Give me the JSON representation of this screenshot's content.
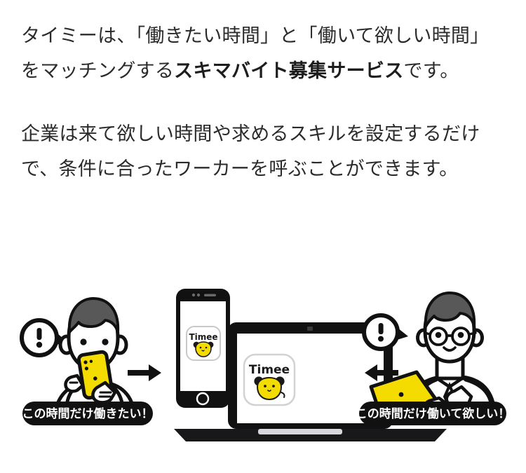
{
  "document": {
    "paragraphs": [
      {
        "id": "intro",
        "segments": [
          {
            "text": "タイミーは、「働きたい時間」と「働いて欲しい時間」をマッチングする",
            "bold": false
          },
          {
            "text": "スキマバイト募集サービス",
            "bold": true
          },
          {
            "text": "です。",
            "bold": false
          }
        ]
      },
      {
        "id": "description",
        "segments": [
          {
            "text": "企業は来て欲しい時間や求めるスキルを設定するだけで、条件に合ったワーカーを呼ぶことができます。",
            "bold": false
          }
        ]
      }
    ]
  },
  "illustration": {
    "worker": {
      "bubble_mark": "!",
      "label": "この時間だけ働きたい！",
      "device": "smartphone-yellow"
    },
    "employer": {
      "bubble_mark": "!",
      "label": "この時間だけ働いて欲しい！",
      "device": "laptop-yellow"
    },
    "arrows": {
      "left_arrow_direction": "right",
      "right_arrow_direction": "left"
    },
    "devices": {
      "phone_app_label": "Timee",
      "laptop_app_label": "Timee"
    }
  },
  "colors": {
    "brand_yellow": "#F5DC00",
    "ink": "#1a1a1a",
    "text": "#2b2b2b",
    "hair_gray": "#585858",
    "pill_bg": "#111111",
    "page_bg": "#ffffff"
  }
}
